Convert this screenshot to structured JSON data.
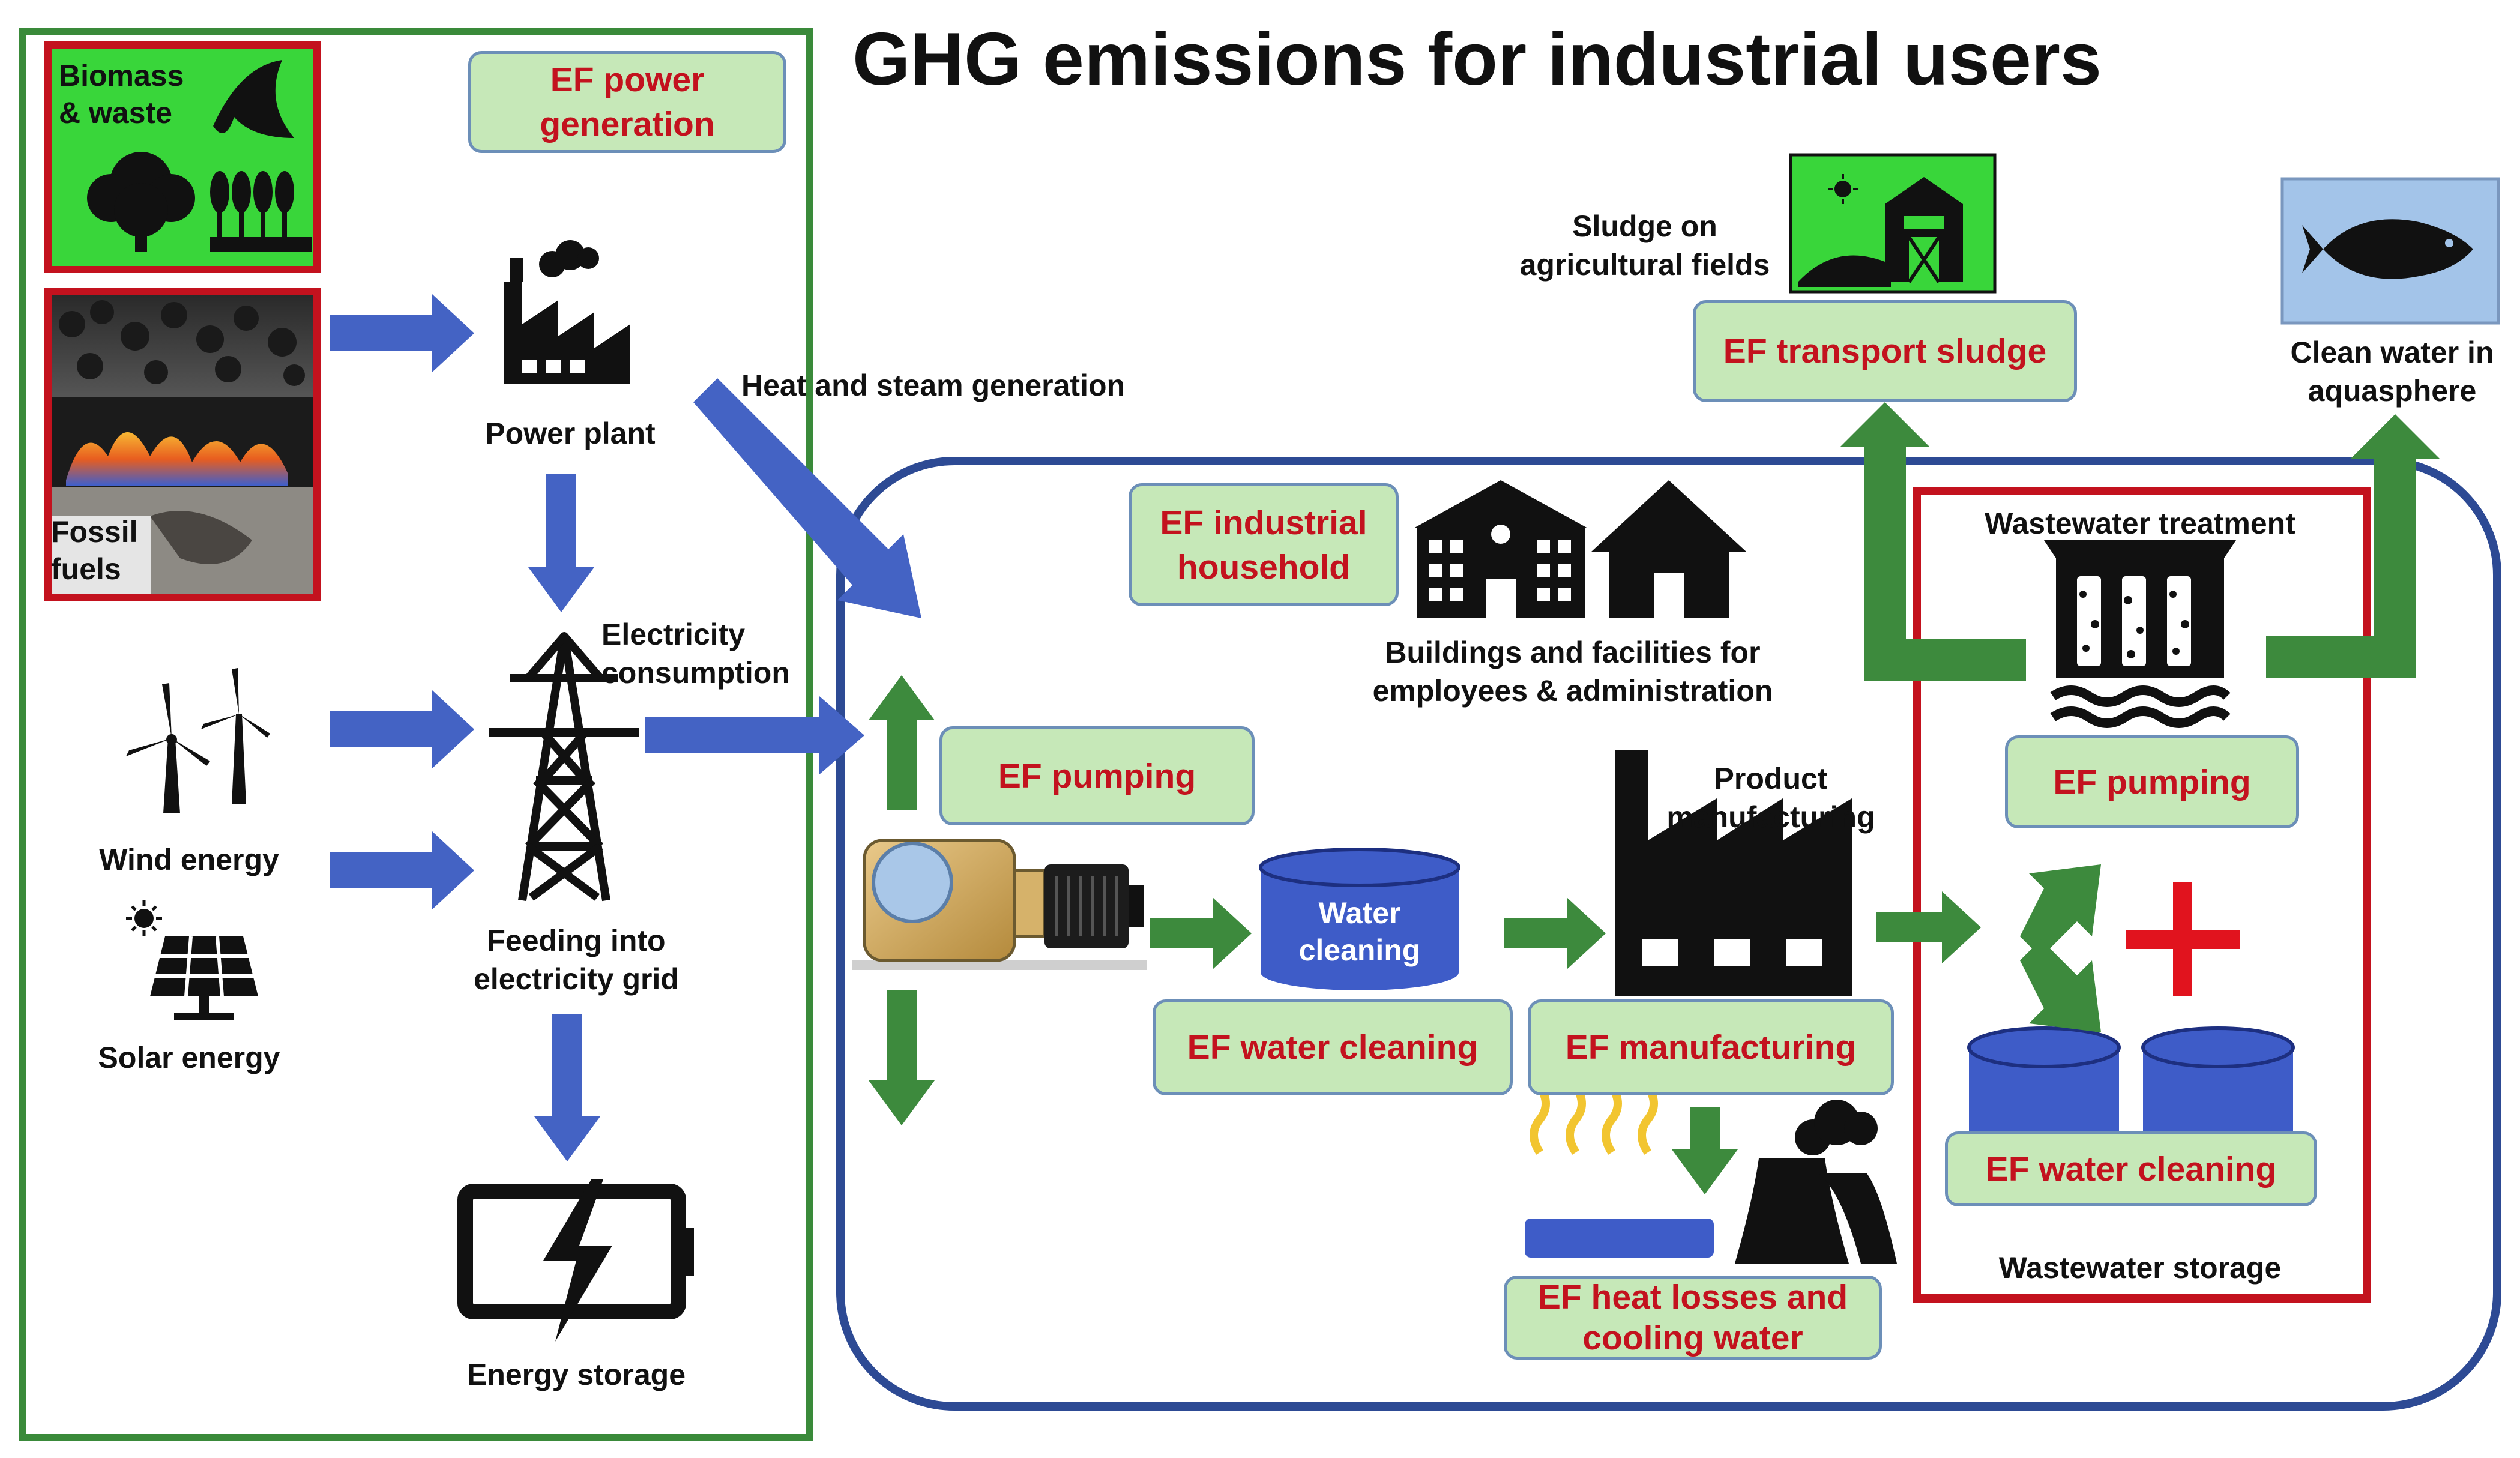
{
  "title": "GHG emissions for industrial users",
  "ef_boxes": {
    "power_generation": "EF power generation",
    "industrial_household": "EF industrial household",
    "pumping_left": "EF pumping",
    "water_cleaning_1": "EF water cleaning",
    "manufacturing": "EF manufacturing",
    "heat_losses": "EF heat losses and cooling water",
    "transport_sludge": "EF transport sludge",
    "pumping_right": "EF pumping",
    "water_cleaning_2": "EF water cleaning"
  },
  "labels": {
    "biomass": "Biomass & waste",
    "fossil": "Fossil fuels",
    "power_plant": "Power plant",
    "heat_steam": "Heat and steam generation",
    "electricity_consumption": "Electricity consumption",
    "wind": "Wind energy",
    "solar": "Solar energy",
    "grid": "Feeding into electricity grid",
    "storage": "Energy storage",
    "buildings": "Buildings and facilities for employees & administration",
    "water_cleaning_tank": "Water cleaning",
    "product_manufacturing": "Product manufacturing",
    "wastewater_treatment": "Wastewater treatment",
    "wastewater_storage": "Wastewater storage",
    "sludge_fields": "Sludge on agricultural fields",
    "clean_water": "Clean water in aquasphere"
  },
  "colors": {
    "energy_frame": "#3a8a3a",
    "user_frame": "#2d4a94",
    "wastewater_frame": "#c3121e",
    "arrow_blue": "#4463c4",
    "arrow_green": "#3d8a3d",
    "ef_fill": "#c6e8b8",
    "ef_text": "#c3121e"
  }
}
